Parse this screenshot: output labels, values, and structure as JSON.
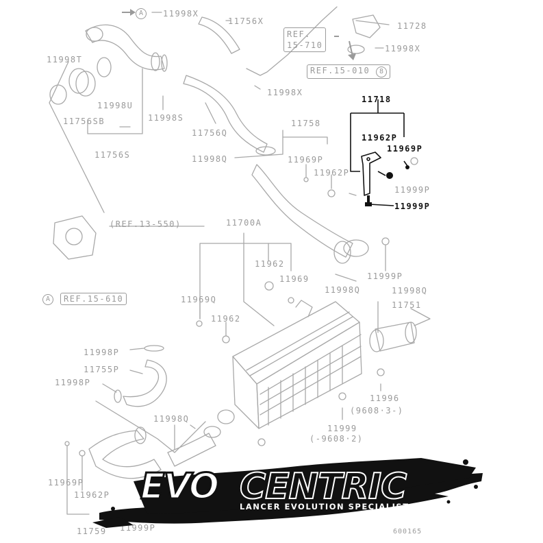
{
  "diagram": {
    "labels": [
      {
        "id": "l1",
        "text": "11998X"
      },
      {
        "id": "l2",
        "text": "11756X"
      },
      {
        "id": "l3",
        "text": "11728"
      },
      {
        "id": "l4",
        "text": "11998X"
      },
      {
        "id": "l5",
        "text": "11998T"
      },
      {
        "id": "l6",
        "text": "11998X"
      },
      {
        "id": "l7",
        "text": "11998U"
      },
      {
        "id": "l8",
        "text": "11756SB"
      },
      {
        "id": "l9",
        "text": "11998S"
      },
      {
        "id": "l10",
        "text": "11756Q"
      },
      {
        "id": "l11",
        "text": "11756S"
      },
      {
        "id": "l12",
        "text": "11718"
      },
      {
        "id": "l13",
        "text": "11962P"
      },
      {
        "id": "l14",
        "text": "11969P"
      },
      {
        "id": "l15",
        "text": "11758"
      },
      {
        "id": "l16",
        "text": "11998Q"
      },
      {
        "id": "l17",
        "text": "11969P"
      },
      {
        "id": "l18",
        "text": "11962P"
      },
      {
        "id": "l19",
        "text": "11999P"
      },
      {
        "id": "l20",
        "text": "11999P"
      },
      {
        "id": "l21",
        "text": "11700A"
      },
      {
        "id": "l22",
        "text": "11962"
      },
      {
        "id": "l23",
        "text": "11969"
      },
      {
        "id": "l24",
        "text": "11998Q"
      },
      {
        "id": "l25",
        "text": "11999P"
      },
      {
        "id": "l26",
        "text": "11998Q"
      },
      {
        "id": "l27",
        "text": "11969Q"
      },
      {
        "id": "l28",
        "text": "11751"
      },
      {
        "id": "l29",
        "text": "11962"
      },
      {
        "id": "l30",
        "text": "11998P"
      },
      {
        "id": "l31",
        "text": "11755P"
      },
      {
        "id": "l32",
        "text": "11998P"
      },
      {
        "id": "l33",
        "text": "11996"
      },
      {
        "id": "l34",
        "text": "(9608·3-)"
      },
      {
        "id": "l35",
        "text": "11998Q"
      },
      {
        "id": "l36",
        "text": "11999"
      },
      {
        "id": "l37",
        "text": "(-9608·2)"
      },
      {
        "id": "l38",
        "text": "11969P"
      },
      {
        "id": "l39",
        "text": "11962P"
      },
      {
        "id": "l40",
        "text": "11759"
      },
      {
        "id": "l41",
        "text": "11999P"
      }
    ],
    "refs": {
      "ref_15_710_a": "REF.",
      "ref_15_710_b": "15-710",
      "ref_15_010": "REF.15-010",
      "ref_15_010_circle": "8",
      "ref_13_550": "(REF.13-550)",
      "ref_15_610": "REF.15-610",
      "circle_a_top": "A",
      "circle_a_left": "A"
    },
    "figure_id": "600165"
  },
  "logo": {
    "evo": "EVO",
    "centric": "CENTRIC",
    "tagline": "LANCER EVOLUTION SPECIALIST"
  },
  "colors": {
    "line_gray": "#9a9a9a",
    "highlight": "#111111",
    "background": "#ffffff"
  }
}
